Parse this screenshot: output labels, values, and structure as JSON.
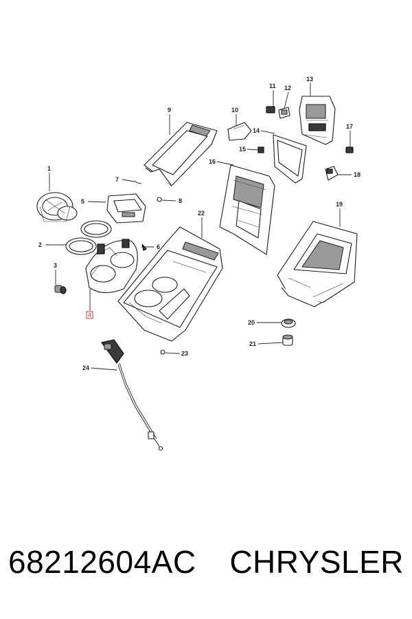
{
  "diagram": {
    "callouts": [
      "1",
      "2",
      "3",
      "4",
      "5",
      "6",
      "7",
      "8",
      "9",
      "10",
      "11",
      "12",
      "13",
      "14",
      "15",
      "16",
      "17",
      "18",
      "19",
      "20",
      "21",
      "22",
      "23",
      "24"
    ],
    "highlighted_callout": "4",
    "highlight_color": "#e03030"
  },
  "footer": {
    "part_number": "68212604AC",
    "brand": "CHRYSLER"
  }
}
